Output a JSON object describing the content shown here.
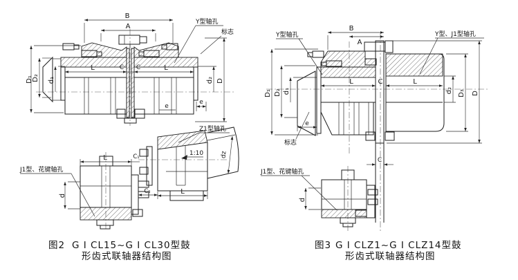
{
  "fig2": {
    "dims": {
      "B": "B",
      "A": "A",
      "L1": "L",
      "C1m": "C",
      "C2m": "C",
      "L2": "L",
      "D1": "D₁",
      "D2": "D₂",
      "d1": "d₁",
      "d2": "d₂",
      "D": "D",
      "e1": "e",
      "e2": "e"
    },
    "sub": {
      "L": "L",
      "C1": "C₁",
      "d": "d",
      "C2": "C₂",
      "taper": "1:10",
      "dz": "dz",
      "L2": "L"
    },
    "callouts": {
      "y": "Y型轴孔",
      "mark": "标志",
      "z1": "Z1型轴孔",
      "j1": "J1型、花键轴孔"
    },
    "caption": {
      "no": "图2",
      "l1": "G I CL15~G I CL30型鼓",
      "l2": "形齿式联轴器结构图"
    }
  },
  "fig3": {
    "dims": {
      "B": "B",
      "A": "A",
      "L1": "L",
      "C": "C",
      "L2": "L",
      "D1": "D₁",
      "D2": "D₂",
      "d1": "d₁",
      "d2": "d₂",
      "D3": "D₃",
      "D": "D",
      "e": "e",
      "Cb": "C",
      "d": "d"
    },
    "callouts": {
      "y": "Y型轴孔",
      "yj1": "Y型、J1型轴孔",
      "mark": "标志",
      "j1": "J1型、花键轴孔"
    },
    "caption": {
      "no": "图3",
      "l1": "G I CLZ1~G I CLZ14型鼓",
      "l2": "形齿式联轴器结构图"
    }
  }
}
